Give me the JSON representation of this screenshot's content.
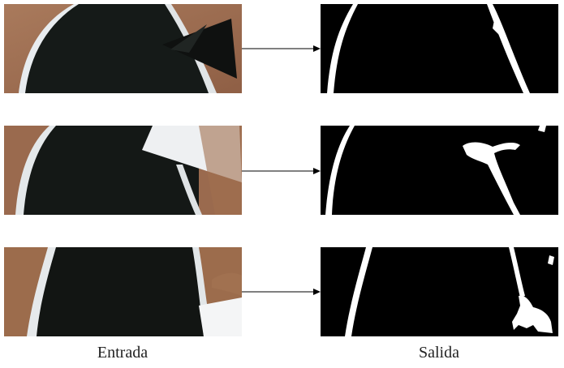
{
  "figure": {
    "rows": [
      {
        "input_image": "photo-black-sheet-with-white-line-and-dark-triangle",
        "output_image": "binary-mask-row-1"
      },
      {
        "input_image": "photo-black-sheet-with-white-line-and-white-paper",
        "output_image": "binary-mask-row-2"
      },
      {
        "input_image": "photo-black-sheet-with-white-lines-and-white-paper-corner",
        "output_image": "binary-mask-row-3"
      }
    ],
    "captions": {
      "input": "Entrada",
      "output": "Salida"
    },
    "colors": {
      "arrow": "#000000",
      "mask_background": "#000000",
      "mask_foreground": "#ffffff"
    }
  }
}
